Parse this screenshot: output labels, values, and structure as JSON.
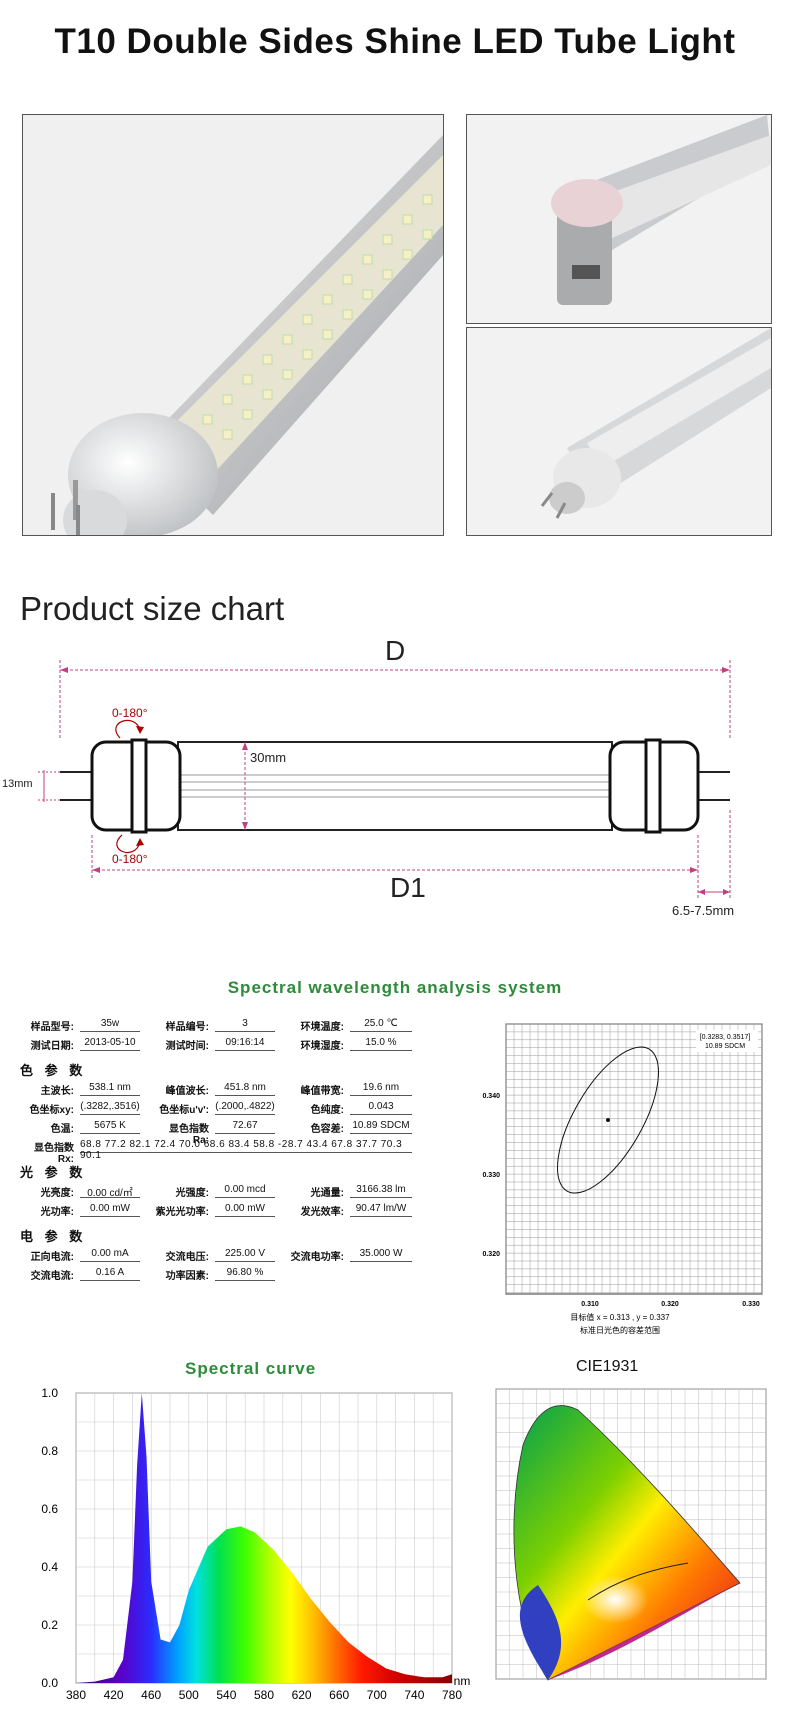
{
  "title": "T10 Double Sides Shine LED Tube Light",
  "size_chart": {
    "heading": "Product size chart",
    "D": "D",
    "D1": "D1",
    "diameter": "30mm",
    "pin_spacing": "13mm",
    "rotation_top": "0-180°",
    "rotation_bottom": "0-180°",
    "pin_length": "6.5-7.5mm"
  },
  "spectral": {
    "heading": "Spectral wavelength analysis system",
    "rows1": [
      {
        "l1": "样品型号:",
        "v1": "35w",
        "l2": "样品编号:",
        "v2": "3",
        "l3": "环境温度:",
        "v3": "25.0 ℃"
      },
      {
        "l1": "测试日期:",
        "v1": "2013-05-10",
        "l2": "测试时间:",
        "v2": "09:16:14",
        "l3": "环境湿度:",
        "v3": "15.0 %"
      }
    ],
    "section_color": "色 参 数",
    "rows2": [
      {
        "l1": "主波长:",
        "v1": "538.1 nm",
        "l2": "峰值波长:",
        "v2": "451.8 nm",
        "l3": "峰值带宽:",
        "v3": "19.6 nm"
      },
      {
        "l1": "色坐标xy:",
        "v1": "(.3282,.3516)",
        "l2": "色坐标u'v':",
        "v2": "(.2000,.4822)",
        "l3": "色纯度:",
        "v3": "0.043"
      },
      {
        "l1": "色温:",
        "v1": "5675 K",
        "l2": "显色指数Ra:",
        "v2": "72.67",
        "l3": "色容差:",
        "v3": "10.89 SDCM"
      }
    ],
    "rx_label": "显色指数Rx:",
    "rx_values": "68.8 77.2 82.1 72.4 70.0 68.6 83.4 58.8 -28.7 43.4 67.8 37.7 70.3 90.1",
    "section_light": "光 参 数",
    "rows3": [
      {
        "l1": "光亮度:",
        "v1": "0.00 cd/㎡",
        "l2": "光强度:",
        "v2": "0.00 mcd",
        "l3": "光通量:",
        "v3": "3166.38 lm"
      },
      {
        "l1": "光功率:",
        "v1": "0.00 mW",
        "l2": "紫光光功率:",
        "v2": "0.00 mW",
        "l3": "发光效率:",
        "v3": "90.47 lm/W"
      }
    ],
    "section_elec": "电 参 数",
    "rows4": [
      {
        "l1": "正向电流:",
        "v1": "0.00 mA",
        "l2": "交流电压:",
        "v2": "225.00 V",
        "l3": "交流电功率:",
        "v3": "35.000 W"
      },
      {
        "l1": "交流电流:",
        "v1": "0.16 A",
        "l2": "功率因素:",
        "v2": "96.80 %"
      }
    ],
    "ellipse": {
      "legend_line1": "[0.3283, 0.3517]",
      "legend_line2": "10.89 SDCM",
      "y_ticks": [
        "0.340",
        "0.330",
        "0.320"
      ],
      "x_ticks": [
        "0.310",
        "0.320",
        "0.330"
      ],
      "caption1": "目标值   x = 0.313 , y = 0.337",
      "caption2": "标准日光色的容差范围"
    }
  },
  "spectral_curve": {
    "heading": "Spectral curve",
    "unit": "nm",
    "y_ticks": [
      "1.0",
      "0.8",
      "0.6",
      "0.4",
      "0.2",
      "0.0"
    ],
    "x_ticks": [
      "380",
      "420",
      "460",
      "500",
      "540",
      "580",
      "620",
      "660",
      "700",
      "740",
      "780"
    ]
  },
  "chart_data": {
    "type": "area",
    "title": "Spectral curve",
    "xlabel": "nm",
    "ylabel": "",
    "xlim": [
      380,
      780
    ],
    "ylim": [
      0,
      1.0
    ],
    "x": [
      380,
      400,
      420,
      430,
      440,
      445,
      450,
      455,
      460,
      470,
      480,
      490,
      500,
      520,
      540,
      555,
      570,
      590,
      610,
      630,
      650,
      670,
      690,
      710,
      730,
      750,
      770,
      780
    ],
    "series": [
      {
        "values": [
          0.0,
          0.005,
          0.02,
          0.08,
          0.35,
          0.75,
          1.0,
          0.78,
          0.35,
          0.15,
          0.14,
          0.2,
          0.32,
          0.47,
          0.53,
          0.54,
          0.52,
          0.46,
          0.38,
          0.29,
          0.21,
          0.14,
          0.09,
          0.05,
          0.03,
          0.02,
          0.02,
          0.03
        ]
      }
    ]
  },
  "cie": {
    "heading": "CIE1931"
  }
}
